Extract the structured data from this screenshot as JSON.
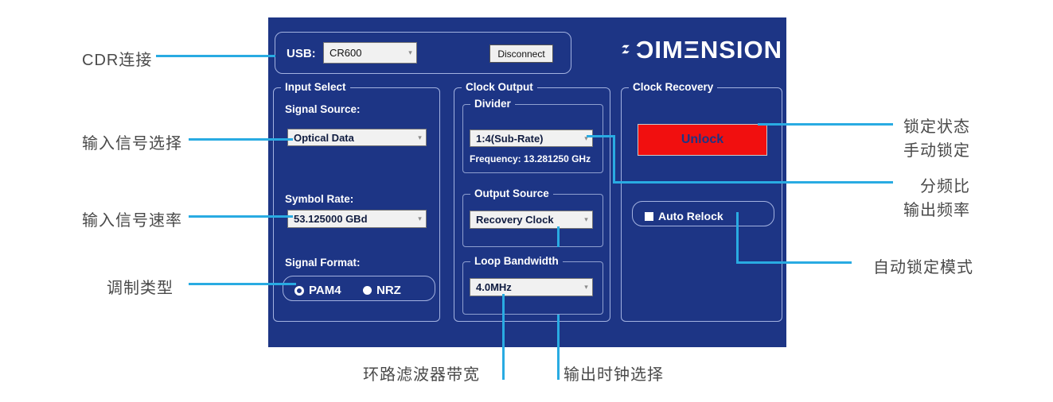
{
  "panel": {
    "usb": {
      "label": "USB:",
      "device": "CR600",
      "disconnect_label": "Disconnect"
    },
    "logo": {
      "text": "ƆIMΞNSION"
    },
    "input_select": {
      "title": "Input Select",
      "signal_source_label": "Signal Source:",
      "signal_source_value": "Optical Data",
      "symbol_rate_label": "Symbol Rate:",
      "symbol_rate_value": "53.125000 GBd",
      "signal_format_label": "Signal Format:",
      "formats": [
        {
          "label": "PAM4",
          "selected": true
        },
        {
          "label": "NRZ",
          "selected": false
        }
      ]
    },
    "clock_output": {
      "title": "Clock Output",
      "divider": {
        "title": "Divider",
        "value": "1:4(Sub-Rate)",
        "frequency": "Frequency: 13.281250 GHz"
      },
      "output_source": {
        "title": "Output Source",
        "value": "Recovery Clock"
      },
      "loop_bandwidth": {
        "title": "Loop Bandwidth",
        "value": "4.0MHz"
      }
    },
    "clock_recovery": {
      "title": "Clock Recovery",
      "unlock_label": "Unlock",
      "auto_relock_label": "Auto Relock"
    }
  },
  "annotations": {
    "cdr_connect": "CDR连接",
    "input_signal_select": "输入信号选择",
    "input_signal_rate": "输入信号速率",
    "modulation_type": "调制类型",
    "lock_status": "锁定状态",
    "manual_lock": "手动锁定",
    "divider_ratio": "分频比",
    "output_frequency": "输出频率",
    "auto_lock_mode": "自动锁定模式",
    "loop_filter_bandwidth": "环路滤波器带宽",
    "output_clock_select": "输出时钟选择"
  },
  "colors": {
    "panel_blue": "#1d3585",
    "annotation_cyan": "#29abe2",
    "unlock_red": "#f10f0f",
    "dropdown_gray": "#f1f1f1"
  }
}
